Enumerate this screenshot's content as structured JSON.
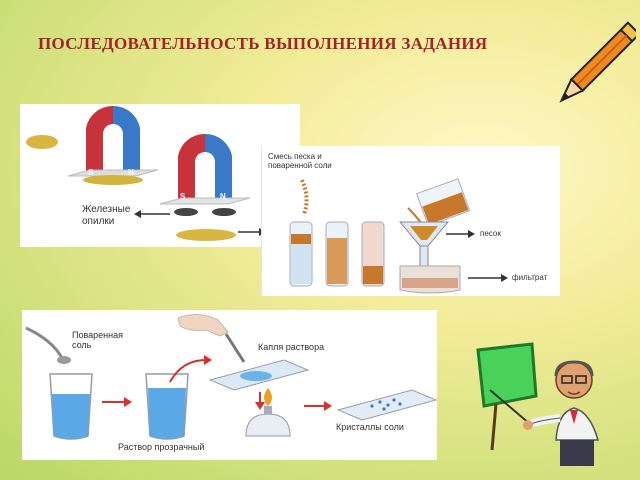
{
  "title": "ПОСЛЕДОВАТЕЛЬНОСТЬ ВЫПОЛНЕНИЯ ЗАДАНИЯ",
  "panel_magnet": {
    "label_filings_line1": "Железные",
    "label_filings_line2": "опилки",
    "pole_s": "S",
    "pole_n": "N"
  },
  "panel_filtration": {
    "label_mixture_line1": "Смесь песка и",
    "label_mixture_line2": "поваренной соли",
    "label_sand": "песок",
    "label_filtrate": "фильтрат"
  },
  "panel_evaporation": {
    "label_salt_line1": "Поваренная",
    "label_salt_line2": "соль",
    "label_drop": "Капля раствора",
    "label_solution": "Раствор прозрачный",
    "label_crystals": "Кристаллы соли"
  },
  "colors": {
    "title": "#a4222a",
    "magnet_red": "#c8323a",
    "magnet_blue": "#3a78c8",
    "arrow_red": "#d83030"
  }
}
